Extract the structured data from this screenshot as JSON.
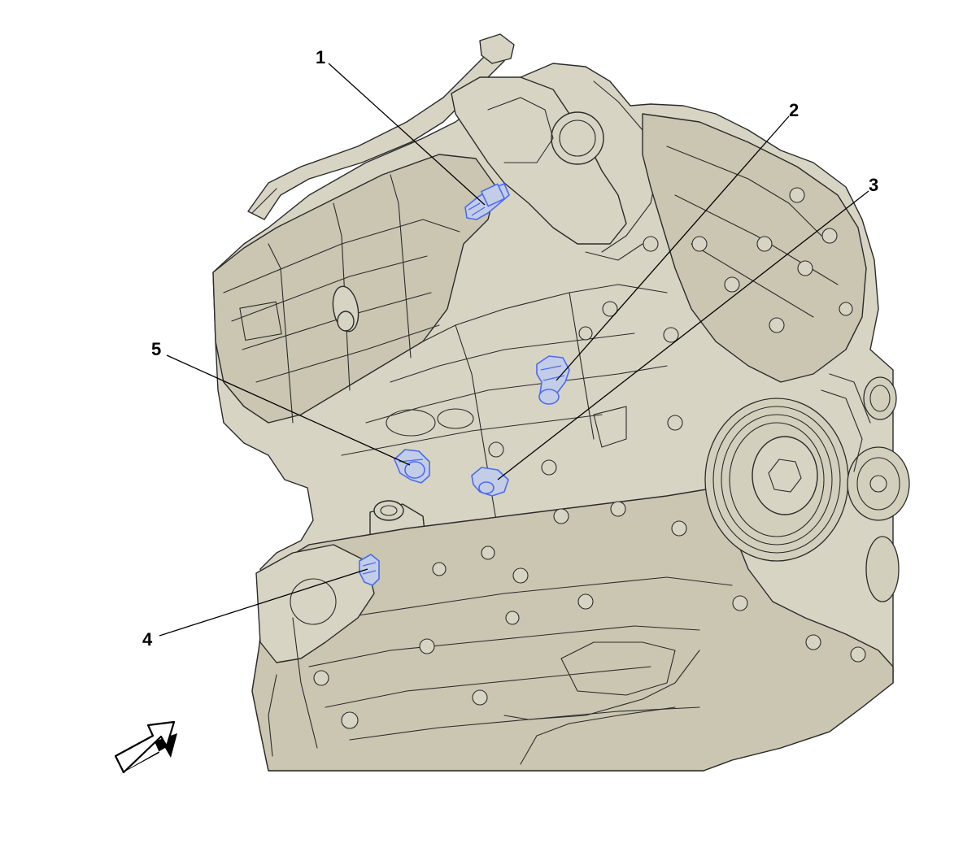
{
  "figure": {
    "callouts": [
      {
        "id": "1",
        "label": "1"
      },
      {
        "id": "2",
        "label": "2"
      },
      {
        "id": "3",
        "label": "3"
      },
      {
        "id": "4",
        "label": "4"
      },
      {
        "id": "5",
        "label": "5"
      }
    ],
    "colors": {
      "engine_fill": "#d8d4c3",
      "engine_outline": "#2b2b2b",
      "sensor_highlight": "#4a6cf0",
      "background": "#ffffff"
    },
    "direction_indicator": "view-direction-arrow"
  }
}
